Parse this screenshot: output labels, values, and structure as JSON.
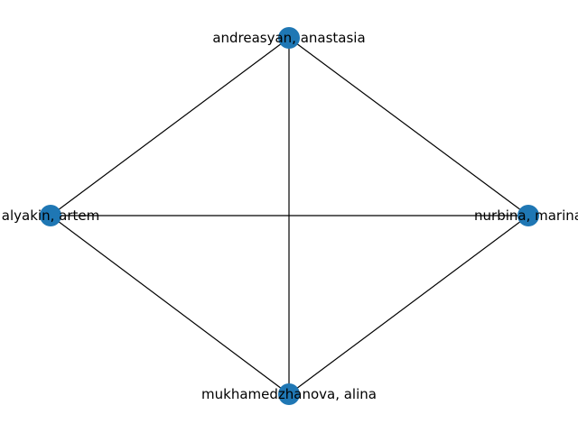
{
  "graph": {
    "node_color": "#1f77b4",
    "edge_color": "#000000",
    "nodes": [
      {
        "id": "andreasyan",
        "label": "andreasyan, anastasia"
      },
      {
        "id": "nurbina",
        "label": "nurbina, marina"
      },
      {
        "id": "mukhamedzhanova",
        "label": "mukhamedzhanova, alina"
      },
      {
        "id": "alyakin",
        "label": "alyakin, artem"
      }
    ],
    "edges": [
      [
        "andreasyan",
        "alyakin"
      ],
      [
        "andreasyan",
        "nurbina"
      ],
      [
        "andreasyan",
        "mukhamedzhanova"
      ],
      [
        "alyakin",
        "nurbina"
      ],
      [
        "alyakin",
        "mukhamedzhanova"
      ],
      [
        "nurbina",
        "mukhamedzhanova"
      ]
    ]
  }
}
